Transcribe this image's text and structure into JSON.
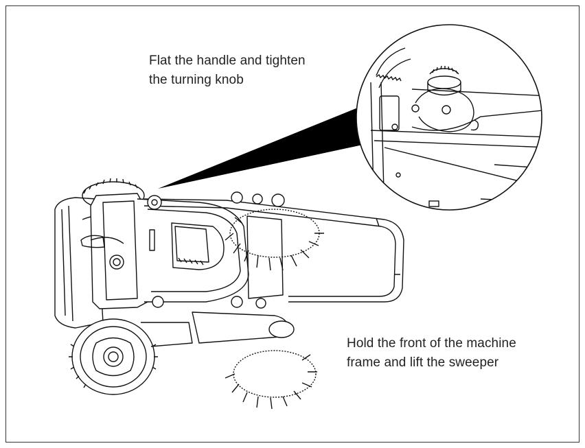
{
  "captions": {
    "top_line1": "Flat the handle and tighten",
    "top_line2": "the turning knob",
    "bottom_line1": "Hold the front of the machine",
    "bottom_line2": "frame and lift the sweeper"
  },
  "colors": {
    "line": "#111111",
    "background": "#ffffff",
    "pointer": "#000000"
  }
}
